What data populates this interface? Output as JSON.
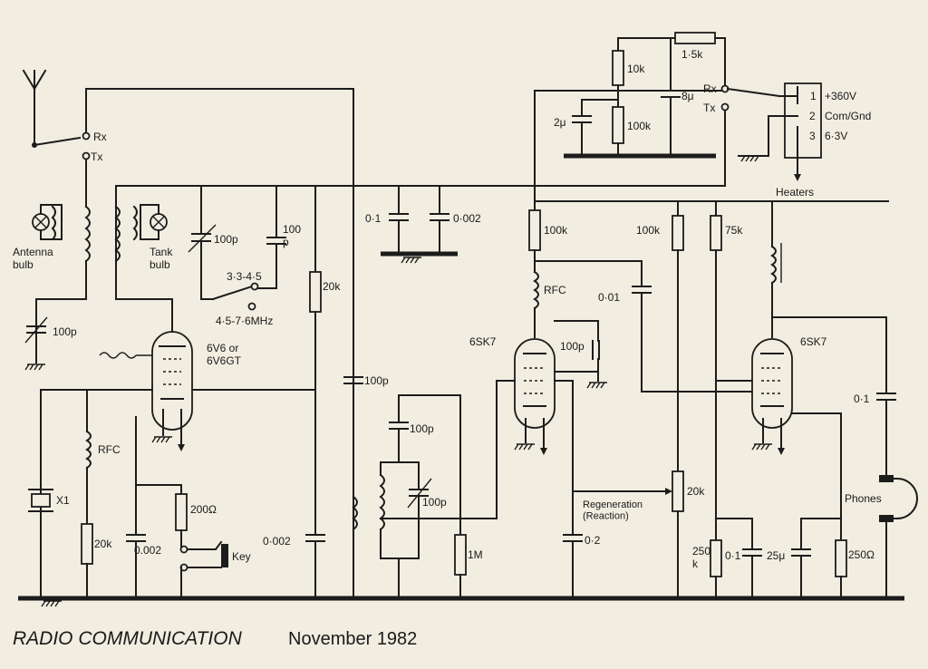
{
  "labels": {
    "rx_ant": "Rx",
    "tx_ant": "Tx",
    "antenna_bulb": "Antenna\nbulb",
    "tank_bulb": "Tank\nbulb",
    "c_100p_var_tank": "100p",
    "c_100p_top": "100\np",
    "band_3_45": "3·3-4·5",
    "band_45_76": "4·5-7·6MHz",
    "c_100p_ant": "100p",
    "tube1": "6V6 or\n6V6GT",
    "rfc1": "RFC",
    "x1": "X1",
    "r_20k_a": "20k",
    "c_0002_a": "0.002",
    "r_200ohm": "200Ω",
    "key": "Key",
    "r_20k_b": "20k",
    "c_0002_b": "0·002",
    "c_100p_mid": "100p",
    "c_01_a": "0·1",
    "c_0002_c": "0·002",
    "r_100k_a": "100k",
    "rfc2": "RFC",
    "c_001": "0·01",
    "tube2": "6SK7",
    "c_100p_b": "100p",
    "c_100p_c": "100p",
    "c_100p_d": "100p",
    "r_1m": "1M",
    "c_02": "0·2",
    "regeneration": "Regeneration\n(Reaction)",
    "r_100k_b": "100k",
    "r_75k": "75k",
    "pot_20k": "20k",
    "tube3": "6SK7",
    "c_01_b": "0·1",
    "phones": "Phones",
    "r_250k": "250\nk",
    "c_01_c": "0·1",
    "c_25u": "25μ",
    "r_250ohm": "250Ω",
    "r_10k": "10k",
    "r_15k": "1·5k",
    "c_8u": "8μ",
    "c_2u": "2μ",
    "r_100k_c": "100k",
    "rx_ps": "Rx",
    "tx_ps": "Tx",
    "pin1": "1",
    "pin2": "2",
    "pin3": "3",
    "v360": "+360V",
    "com_gnd": "Com/Gnd",
    "v63": "6·3V",
    "heaters": "Heaters"
  },
  "footer": {
    "publication": "RADIO COMMUNICATION",
    "date": "November 1982"
  }
}
